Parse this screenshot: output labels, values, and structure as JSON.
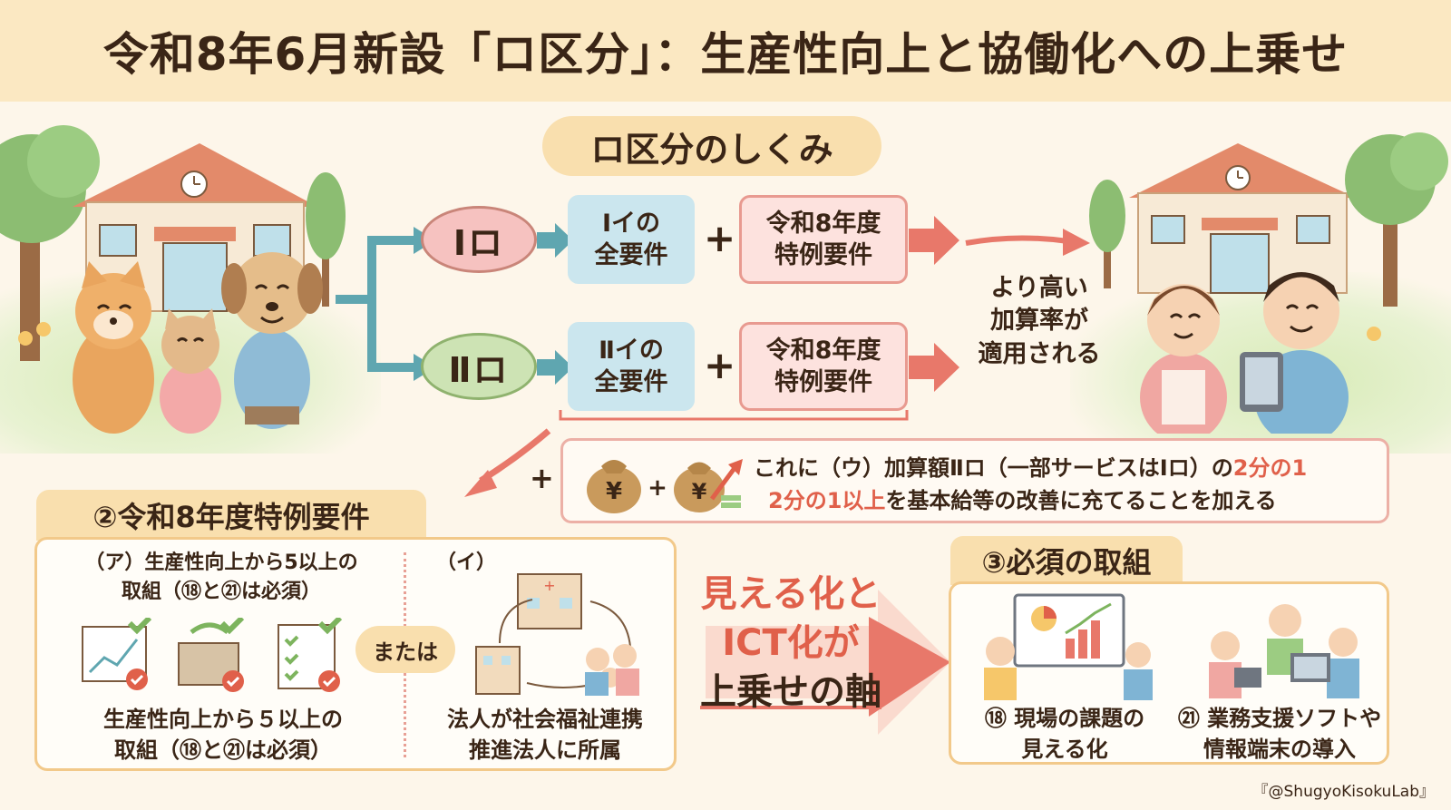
{
  "title": "令和8年6月新設「ロ区分」：生産性向上と協働化への上乗せ",
  "mechanism": {
    "heading": "ロ区分のしくみ",
    "rows": [
      {
        "tier": "Ⅰロ",
        "base": [
          "Ⅰイの",
          "全要件"
        ],
        "extra": [
          "令和8年度",
          "特例要件"
        ]
      },
      {
        "tier": "Ⅱロ",
        "base": [
          "Ⅱイの",
          "全要件"
        ],
        "extra": [
          "令和8年度",
          "特例要件"
        ]
      }
    ],
    "plus": "+",
    "result": [
      "より高い",
      "加算率が",
      "適用される"
    ],
    "addition": {
      "plus": "+",
      "line1_pre": "これに（ウ）加算額Ⅱロ（一部サービスはⅠロ）の",
      "line1_hl": "2分の1",
      "line2_hl": "2分の1以上",
      "line2_post": "を基本給等の改善に充てることを加える"
    }
  },
  "special": {
    "heading": "②令和8年度特例要件",
    "a_label": [
      "（ア）生産性向上から5以上の",
      "取組（⑱と㉑は必須）"
    ],
    "a_caption": [
      "生産性向上から５以上の",
      "取組（⑱と㉑は必須）"
    ],
    "or_label": "または",
    "i_label": "（イ）",
    "i_caption": [
      "法人が社会福祉連携",
      "推進法人に所属"
    ]
  },
  "axis": {
    "line1": "見える化と",
    "line2": "ICT化が",
    "line3": "上乗せの軸"
  },
  "required": {
    "heading": "③必須の取組",
    "item18": [
      "⑱ 現場の課題の",
      "見える化"
    ],
    "item21": [
      "㉑ 業務支援ソフトや",
      "情報端末の導入"
    ]
  },
  "watermark": "『@ShugyoKisokuLab』",
  "colors": {
    "title_bg": "#fbe8c2",
    "accent_orange": "#f9dfae",
    "arrow_red": "#e8786a",
    "arrow_teal": "#5fa6b0",
    "highlight": "#e0604a"
  }
}
